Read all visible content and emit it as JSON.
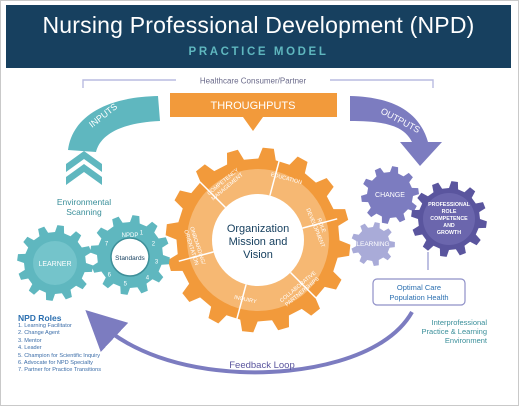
{
  "header": {
    "title": "Nursing Professional Development (NPD)",
    "subtitle": "PRACTICE MODEL"
  },
  "top_label": "Healthcare Consumer/Partner",
  "throughputs": "THROUGHPUTS",
  "inputs": "INPUTS",
  "outputs": "OUTPUTS",
  "environmental_scanning": [
    "Environmental",
    "Scanning"
  ],
  "center": [
    "Organization",
    "Mission and",
    "Vision"
  ],
  "gear_segments": [
    {
      "lines": [
        "COMPETENCY",
        "MANAGEMENT"
      ]
    },
    {
      "lines": [
        "EDUCATION"
      ]
    },
    {
      "lines": [
        "ROLE",
        "DEVELOPMENT"
      ]
    },
    {
      "lines": [
        "COLLABORATIVE",
        "PARTNERSHIPS"
      ]
    },
    {
      "lines": [
        "INQUIRY"
      ]
    },
    {
      "lines": [
        "ONBOARDING/",
        "ORIENTATION"
      ]
    }
  ],
  "left_gears": {
    "learner": "LEARNER",
    "npdp": "NPDP",
    "standards": "Standards",
    "numbers": [
      "1",
      "2",
      "3",
      "4",
      "5",
      "6",
      "7"
    ]
  },
  "right_gears": {
    "change": "CHANGE",
    "learning": "LEARNING",
    "professional": [
      "PROFESSIONAL",
      "ROLE",
      "COMPETENCE",
      "AND",
      "GROWTH"
    ]
  },
  "optimal_care": [
    "Optimal Care",
    "Population Health"
  ],
  "interprofessional": [
    "Interprofessional",
    "Practice & Learning",
    "Environment"
  ],
  "feedback_loop": "Feedback Loop",
  "npd_roles": {
    "title": "NPD Roles",
    "items": [
      "1.  Learning Facilitator",
      "2.  Change Agent",
      "3.  Mentor",
      "4.  Leader",
      "5.  Champion for Scientific Inquiry",
      "6.  Advocate for NPD Specialty",
      "7.  Partner for Practice Transitions"
    ]
  },
  "colors": {
    "navy": "#17405f",
    "teal": "#5fb7bf",
    "orange": "#f29a3b",
    "orange_light": "#f6b873",
    "purple": "#7c7cc0",
    "lavender": "#a9abd8",
    "blue_text": "#2b6fb0"
  }
}
